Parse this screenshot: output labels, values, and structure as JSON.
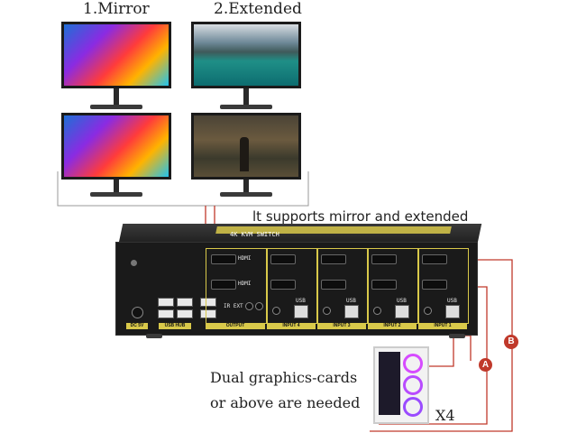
{
  "captions": {
    "mirror": "1.Mirror",
    "extended": "2.Extended",
    "supports": "lt supports mirror and extended",
    "dual_line1": "Dual graphics-cards",
    "dual_line2": "or above are needed",
    "multiplier": "X4"
  },
  "kvm": {
    "brand": "4K KVM SWITCH",
    "port_hdmi": "HDMI",
    "port_usb": "USB",
    "ir_ext": "IR EXT",
    "dc": "DC 5V",
    "usb_hub": "USB HUB",
    "output": "OUTPUT",
    "inputs": [
      "INPUT 4",
      "INPUT 3",
      "INPUT 2",
      "INPUT 1"
    ]
  },
  "markers": {
    "a": "A",
    "b": "B"
  },
  "colors": {
    "cable": "#c0392b",
    "accent": "#d9c94a",
    "body": "#1a1a1a"
  }
}
